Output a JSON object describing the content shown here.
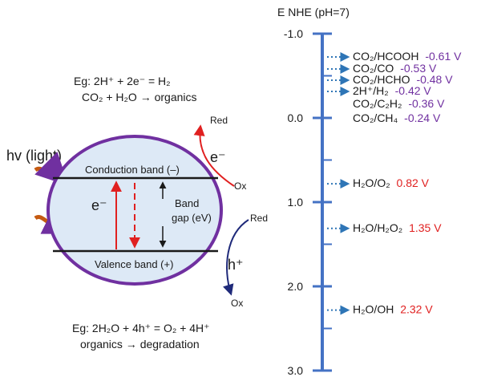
{
  "colors": {
    "axis": "#4472c4",
    "circle_stroke": "#7030a0",
    "circle_fill": "#dde9f6",
    "band_line": "#1a1a1a",
    "excite_arrow": "#e02020",
    "red_text": "#e02020",
    "purple_text": "#7030a0",
    "hole_arrow": "#1f2a7a",
    "photon": "#c55a11",
    "dot_arrow": "#2e75b6"
  },
  "left": {
    "reduction_example_line1": "Eg: 2H⁺ + 2e⁻ = H₂",
    "reduction_example_line2": "CO₂ + H₂O → organics",
    "light_label": "hv (light)",
    "conduction_band": "Conduction band (–)",
    "valence_band": "Valence band (+)",
    "band_gap_line1": "Band",
    "band_gap_line2": "gap (eV)",
    "electron_inside": "e⁻",
    "electron_outside": "e⁻",
    "hole": "h⁺",
    "cb_red": "Red",
    "cb_ox": "Ox",
    "vb_red": "Red",
    "vb_ox": "Ox",
    "oxidation_example_line1": "Eg: 2H₂O + 4h⁺ = O₂ + 4H⁺",
    "oxidation_example_line2": "organics → degradation"
  },
  "axis": {
    "title": "E NHE (pH=7)",
    "ticks": [
      {
        "value": -1.0,
        "label": "-1.0"
      },
      {
        "value": 0.0,
        "label": "0.0"
      },
      {
        "value": 1.0,
        "label": "1.0"
      },
      {
        "value": 2.0,
        "label": "2.0"
      },
      {
        "value": 3.0,
        "label": "3.0"
      }
    ],
    "minor_ticks": [
      -0.5,
      0.5,
      1.5,
      2.5
    ]
  },
  "couples": [
    {
      "couple": "CO₂/HCOOH",
      "potential": "-0.61 V",
      "value": -0.61,
      "color_key": "purple_text",
      "arrow": true
    },
    {
      "couple": "CO₂/CO",
      "potential": "-0.53 V",
      "value": -0.53,
      "color_key": "purple_text",
      "arrow": true
    },
    {
      "couple": "CO₂/HCHO",
      "potential": "-0.48 V",
      "value": -0.48,
      "color_key": "purple_text",
      "arrow": true
    },
    {
      "couple": "2H⁺/H₂",
      "potential": "-0.42 V",
      "value": -0.42,
      "color_key": "purple_text",
      "arrow": true
    },
    {
      "couple": "CO₂/C₂H₂",
      "potential": "-0.36 V",
      "value": -0.36,
      "color_key": "purple_text",
      "arrow": false
    },
    {
      "couple": "CO₂/CH₄",
      "potential": "-0.24 V",
      "value": -0.24,
      "color_key": "purple_text",
      "arrow": false
    },
    {
      "couple": "H₂O/O₂",
      "potential": "0.82 V",
      "value": 0.82,
      "color_key": "red_text",
      "arrow": true
    },
    {
      "couple": "H₂O/H₂O₂",
      "potential": "1.35 V",
      "value": 1.35,
      "color_key": "red_text",
      "arrow": true
    },
    {
      "couple": "H₂O/OH",
      "potential": "2.32 V",
      "value": 2.32,
      "color_key": "red_text",
      "arrow": true
    }
  ]
}
